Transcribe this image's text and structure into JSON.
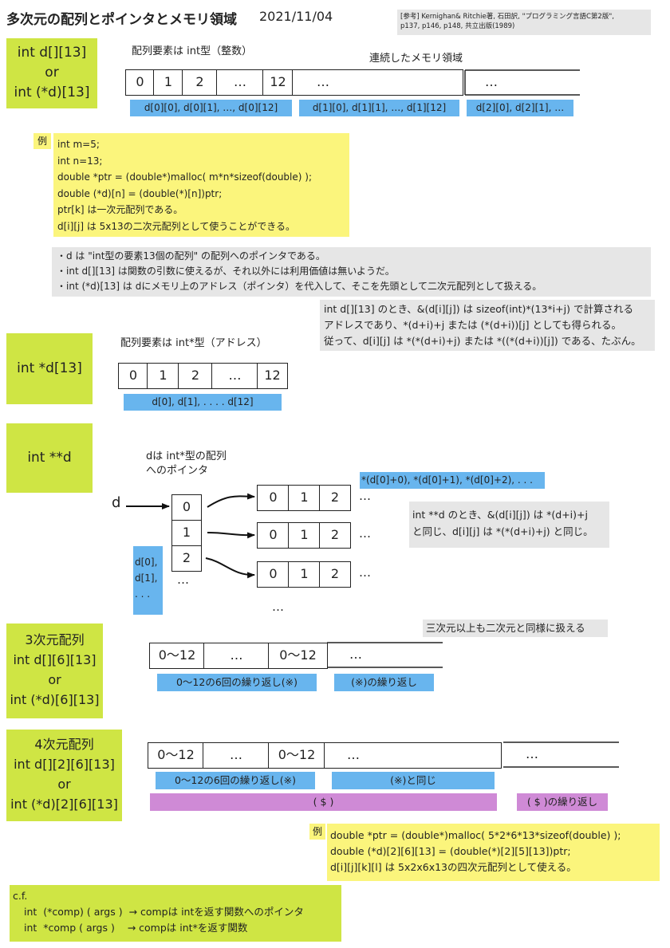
{
  "header": {
    "title": "多次元の配列とポインタとメモリ領域",
    "date": "2021/11/04",
    "reference_line1": "[参考] Kernighan& Ritchie著, 石田訳, \"プログラミング言語C第2版\",",
    "reference_line2": "p137, p146, p148, 共立出版(1989)"
  },
  "section1": {
    "label_lines": [
      "int d[][13]",
      "or",
      "int (*d)[13]"
    ],
    "elem_caption": "配列要素は int型（整数）",
    "memory_caption": "連続したメモリ領域",
    "cells": [
      "0",
      "1",
      "2",
      "…",
      "12",
      "…",
      "…"
    ],
    "blue_labels": [
      "d[0][0], d[0][1], …, d[0][12]",
      "d[1][0], d[1][1], …, d[1][12]",
      "d[2][0], d[2][1], …"
    ]
  },
  "example1": {
    "tag": "例",
    "lines": [
      "int  m=5;",
      "int  n=13;",
      "double *ptr = (double*)malloc( m*n*sizeof(double) );",
      "double (*d)[n] = (double(*)[n])ptr;",
      "ptr[k] は一次元配列である。",
      "d[i][j] は 5x13の二次元配列として使うことができる。"
    ]
  },
  "notes1": {
    "lines": [
      "・d は \"int型の要素13個の配列\" の配列へのポインタである。",
      "・int d[][13] は関数の引数に使えるが、それ以外には利用価値は無いようだ。",
      "・int (*d)[13] は dにメモリ上のアドレス（ポインタ）を代入して、そこを先頭として二次元配列として扱える。"
    ]
  },
  "notes2": {
    "lines": [
      "int  d[][13] のとき、&(d[i][j]) は sizeof(int)*(13*i+j) で計算される",
      "アドレスであり、*(d+i)+j または (*(d+i))[j] としても得られる。",
      "従って、d[i][j] は *(*(d+i)+j) または *((*(d+i))[j]) である、たぶん。"
    ]
  },
  "section2": {
    "label": "int *d[13]",
    "elem_caption": "配列要素は int*型（アドレス）",
    "cells": [
      "0",
      "1",
      "2",
      "…",
      "12"
    ],
    "blue_label": "d[0],   d[1],     . . . .       d[12]"
  },
  "section3": {
    "label": "int **d",
    "caption_lines": [
      "dは int*型の配列",
      "へのポインタ"
    ],
    "d_symbol": "d",
    "ptr_cells": [
      "0",
      "1",
      "2"
    ],
    "ptr_more": "…",
    "row_cells": [
      "0",
      "1",
      "2"
    ],
    "row_more": "…",
    "bottom_more": "…",
    "blue_top": "*(d[0]+0), *(d[0]+1), *(d[0]+2),  . . .",
    "blue_side_lines": [
      "d[0],",
      "d[1],",
      ". . ."
    ],
    "gray_lines": [
      "int  **d のとき、&(d[i][j]) は *(d+i)+j",
      "と同じ、d[i][j] は *(*(d+i)+j) と同じ。"
    ]
  },
  "section4": {
    "label_lines": [
      "3次元配列",
      "int d[][6][13]",
      "or",
      "int (*d)[6][13]"
    ],
    "gray_note": "三次元以上も二次元と同様に扱える",
    "cells": [
      "0～12",
      "…",
      "0～12",
      "…"
    ],
    "blue_labels": [
      "0～12の6回の繰り返し(※)",
      "(※)の繰り返し"
    ]
  },
  "section5": {
    "label_lines": [
      "4次元配列",
      "int d[][2][6][13]",
      "or",
      "int (*d)[2][6][13]"
    ],
    "cells": [
      "0～12",
      "…",
      "0～12",
      "…",
      "…"
    ],
    "blue_labels": [
      "0～12の6回の繰り返し(※)",
      "(※)と同じ"
    ],
    "purple_labels": [
      "( $ )",
      "( $ )の繰り返し"
    ]
  },
  "example2": {
    "tag": "例",
    "lines": [
      "double *ptr = (double*)malloc( 5*2*6*13*sizeof(double) );",
      "double (*d)[2][6][13] = (double(*)[2][5][13])ptr;",
      "d[i][j][k][l] は 5x2x6x13の四次元配列として使える。"
    ]
  },
  "cf": {
    "title": "c.f.",
    "lines": [
      "int  (*comp) ( args )  → compは intを返す関数へのポインタ",
      "int  *comp ( args )    → compは int*を返す関数"
    ]
  }
}
